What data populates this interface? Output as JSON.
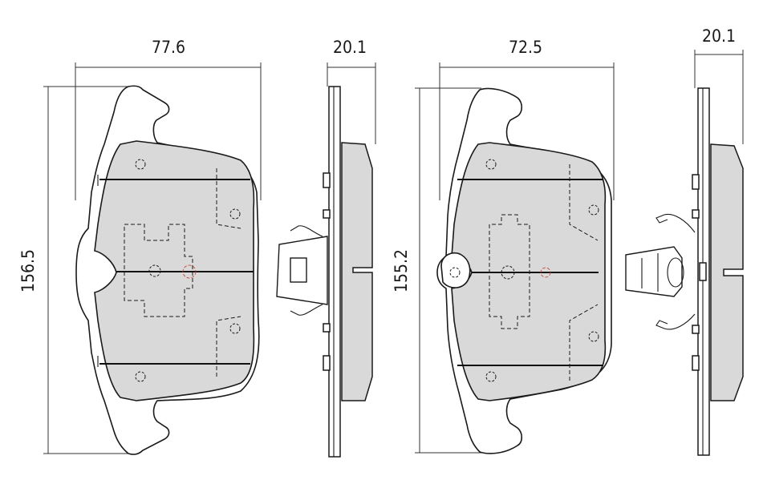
{
  "dimensions": {
    "pad1_width": "77.6",
    "pad1_height": "156.5",
    "pad1_thickness": "20.1",
    "pad2_width": "72.5",
    "pad2_height": "155.2",
    "pad2_thickness": "20.1"
  }
}
